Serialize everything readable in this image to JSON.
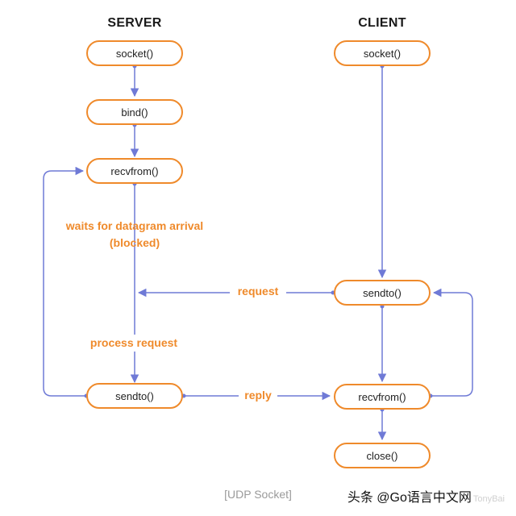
{
  "headings": {
    "server": "SERVER",
    "client": "CLIENT"
  },
  "server": {
    "socket": "socket()",
    "bind": "bind()",
    "recvfrom": "recvfrom()",
    "sendto": "sendto()"
  },
  "client": {
    "socket": "socket()",
    "sendto": "sendto()",
    "recvfrom": "recvfrom()",
    "close": "close()"
  },
  "labels": {
    "waits_line1": "waits for datagram arrival",
    "waits_line2": "(blocked)",
    "process": "process request",
    "request": "request",
    "reply": "reply"
  },
  "caption": "[UDP Socket]",
  "watermark": {
    "text": "头条 @Go语言中文网",
    "faint": "TonyBai"
  },
  "colors": {
    "node_border": "#ef8a2b",
    "label": "#ef8a2b",
    "arrow": "#6f7ad6"
  }
}
